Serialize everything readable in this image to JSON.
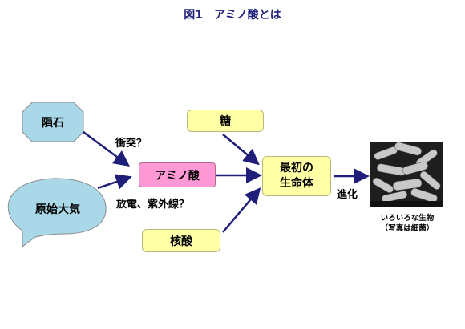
{
  "title": "図1　アミノ酸とは",
  "nodes": {
    "inseki": "隕石",
    "genshi_taiki": "原始大気",
    "tou": "糖",
    "amino_acid": "アミノ酸",
    "kakusan": "核酸",
    "saisho_line1": "最初の",
    "saisho_line2": "生命体"
  },
  "labels": {
    "shototsu": "衝突？",
    "houden": "放電、紫外線？",
    "shinka": "進化"
  },
  "photo_caption": {
    "line1": "いろいろな生物",
    "line2": "（写真は細菌）"
  },
  "colors": {
    "title": "#1f1f7a",
    "arrow": "#1f1f7a",
    "cloud_fill": "#a9d8e8",
    "yellow_box": "#ffffa6",
    "pink_box": "#ff99d6"
  }
}
